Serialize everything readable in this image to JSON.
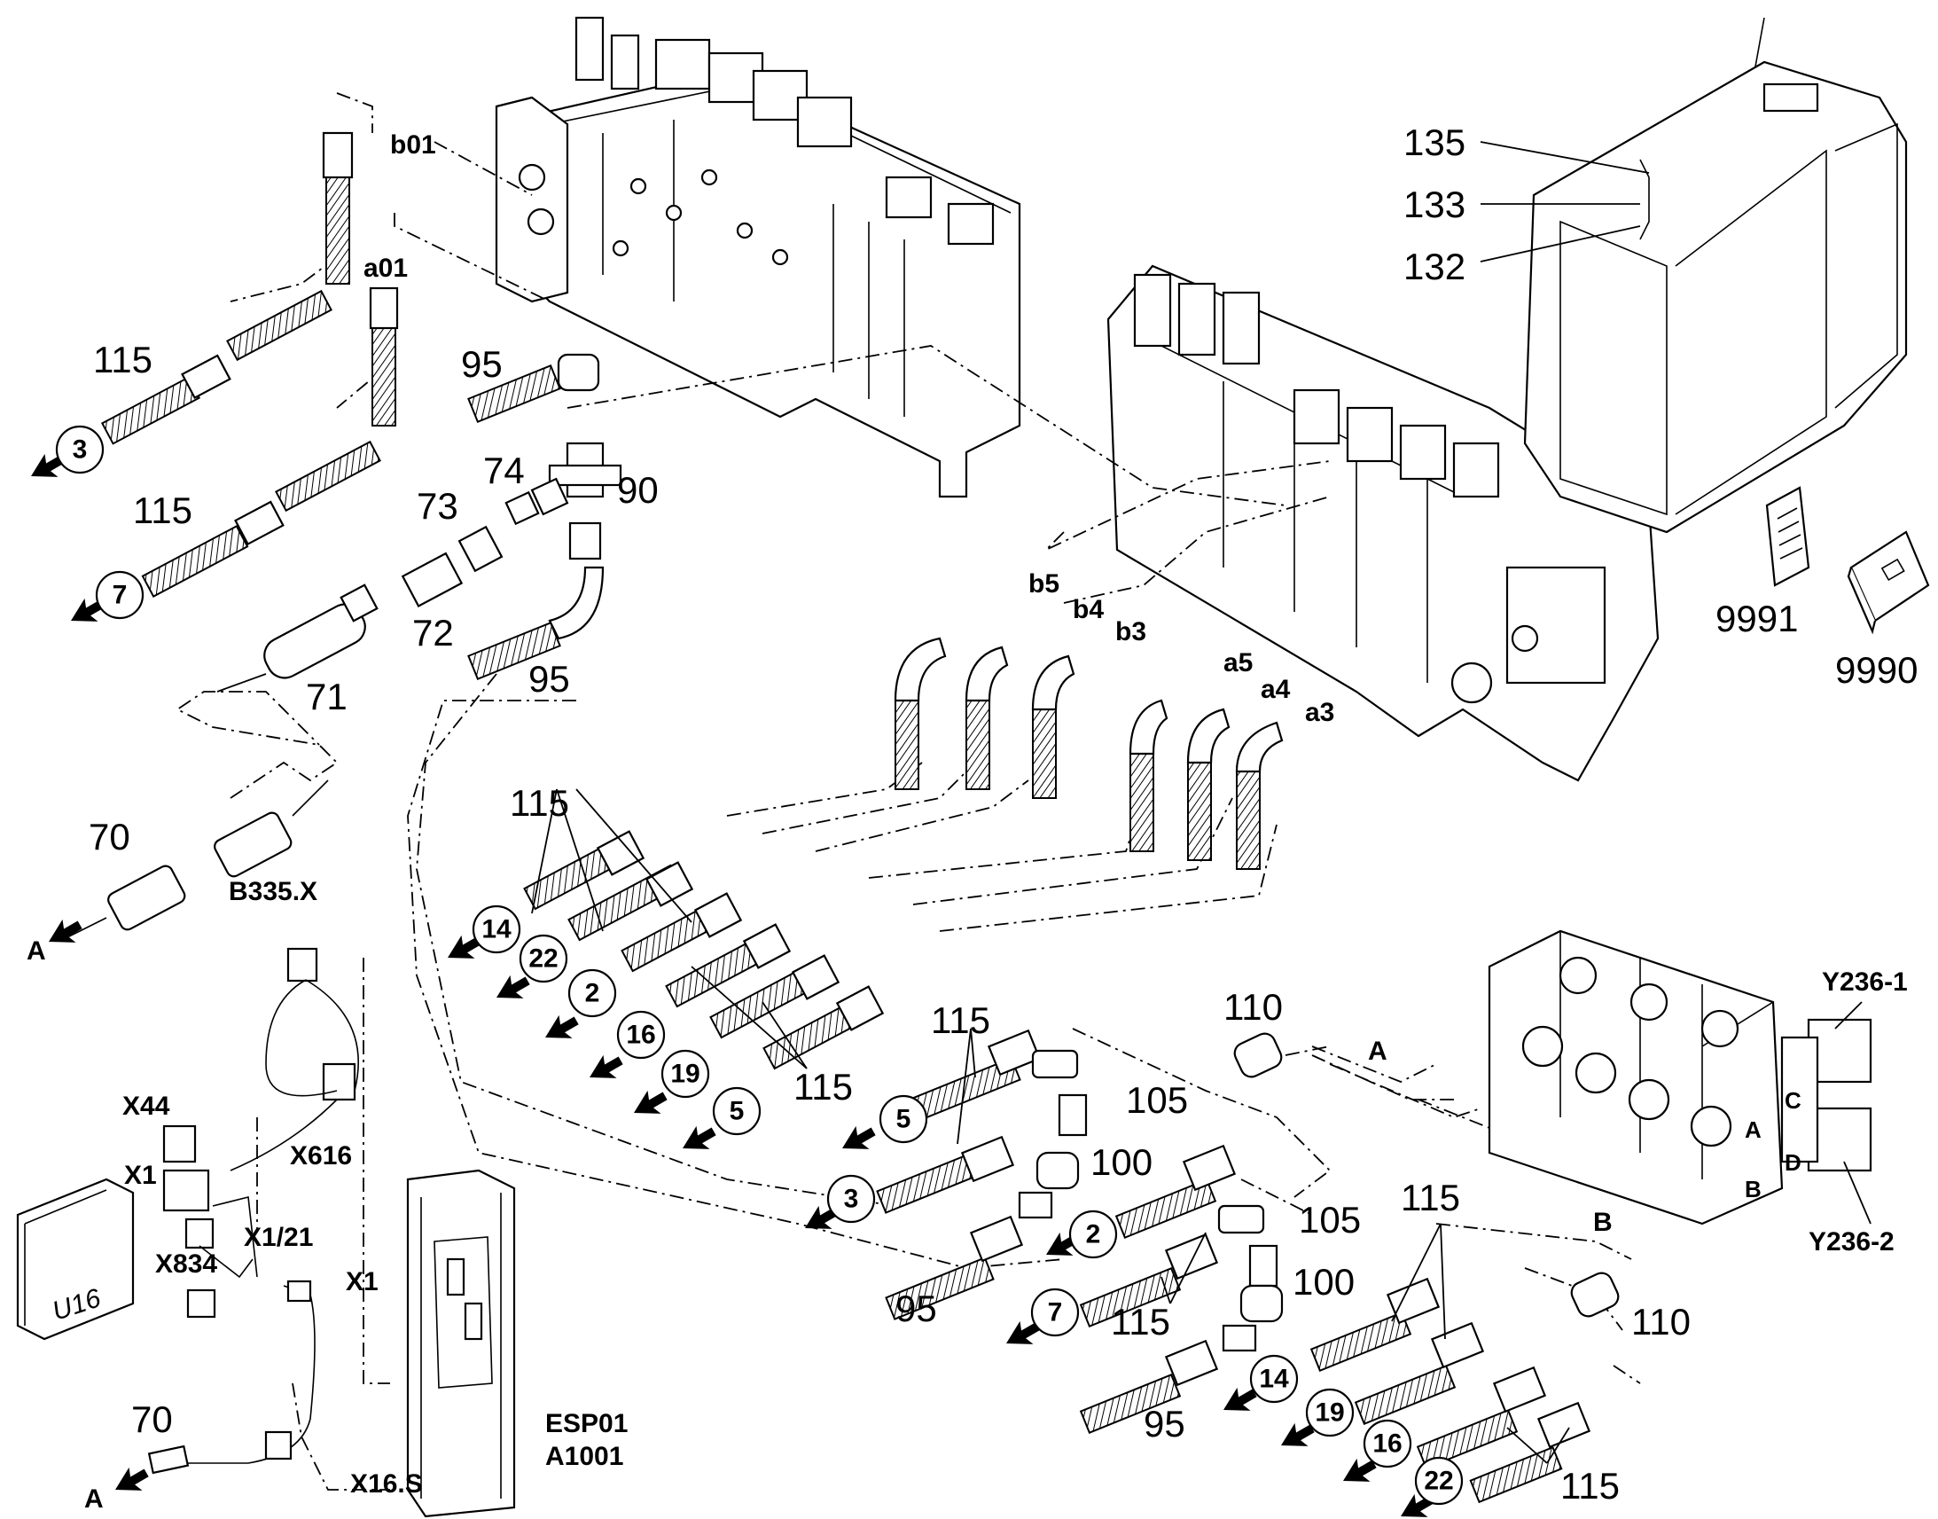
{
  "labels": {
    "n115_a": "115",
    "n115_b": "115",
    "n115_c": "115",
    "n115_d": "115",
    "n115_e": "115",
    "n115_f": "115",
    "n115_g": "115",
    "n115_h": "115",
    "n95_a": "95",
    "n95_b": "95",
    "n95_c": "95",
    "n95_d": "95",
    "n90": "90",
    "n74": "74",
    "n73": "73",
    "n72": "72",
    "n71": "71",
    "n70_a": "70",
    "n70_b": "70",
    "n105_a": "105",
    "n105_b": "105",
    "n100_a": "100",
    "n100_b": "100",
    "n110_a": "110",
    "n110_b": "110",
    "n135": "135",
    "n133": "133",
    "n132": "132",
    "n9991": "9991",
    "n9990": "9990",
    "b01": "b01",
    "a01": "a01",
    "b5": "b5",
    "b4": "b4",
    "b3": "b3",
    "a5": "a5",
    "a4": "a4",
    "a3": "a3",
    "B335X": "B335.X",
    "A_left_1": "A",
    "A_left_2": "A",
    "A_right": "A",
    "B_right": "B",
    "X44": "X44",
    "X1": "X1",
    "X616": "X616",
    "X1_21": "X1/21",
    "X834": "X834",
    "X1_b": "X1",
    "X16S": "X16.S",
    "ESP01": "ESP01",
    "A1001": "A1001",
    "U16": "U16",
    "Y236_1": "Y236-1",
    "Y236_2": "Y236-2",
    "valve_A": "A",
    "valve_B": "B",
    "valve_C": "C",
    "valve_D": "D"
  },
  "circled": {
    "c3_a": "3",
    "c7_a": "7",
    "c14_a": "14",
    "c22_a": "22",
    "c2_a": "2",
    "c16_a": "16",
    "c19_a": "19",
    "c5_a": "5",
    "c5_b": "5",
    "c3_b": "3",
    "c2_b": "2",
    "c7_b": "7",
    "c14_b": "14",
    "c19_b": "19",
    "c16_b": "16",
    "c22_b": "22"
  }
}
